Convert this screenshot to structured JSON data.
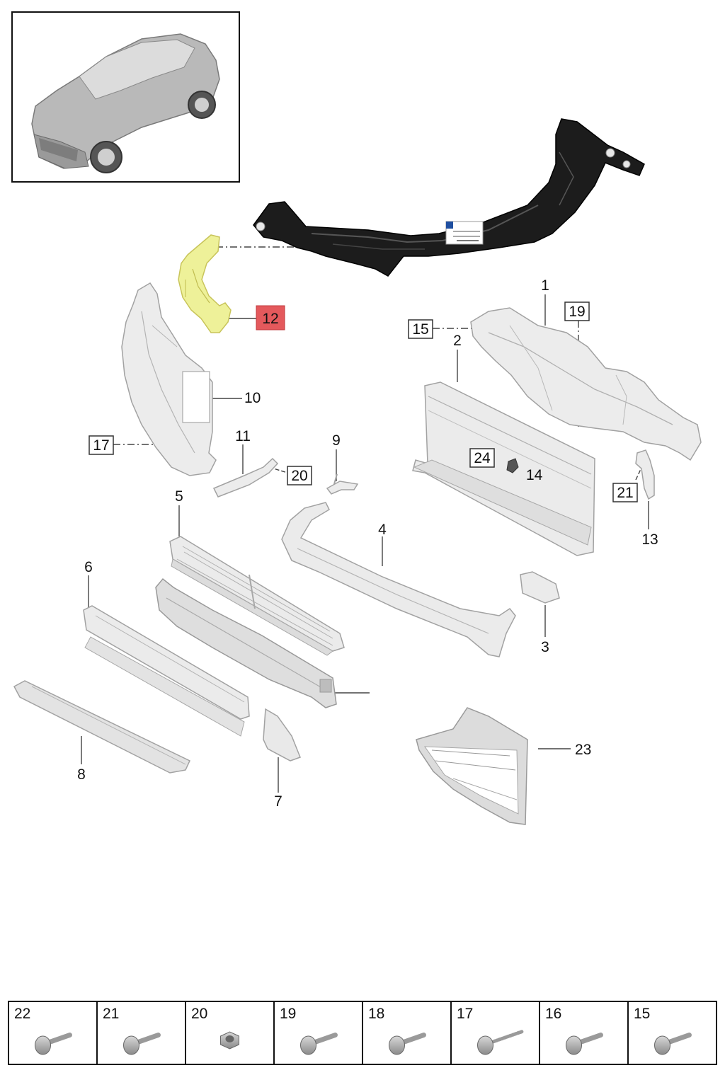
{
  "colors": {
    "part_fill": "#e9e9e9",
    "part_stroke": "#a4a4a4",
    "carrier_fill": "#1c1c1c",
    "highlight_fill": "#eef199",
    "highlight_label_bg": "#e4595c",
    "line": "#444444",
    "car_body": "#a9a9a9"
  },
  "callouts": [
    {
      "id": "1",
      "text": "1",
      "boxed": false
    },
    {
      "id": "2",
      "text": "2",
      "boxed": false
    },
    {
      "id": "3",
      "text": "3",
      "boxed": false
    },
    {
      "id": "4",
      "text": "4",
      "boxed": false
    },
    {
      "id": "5",
      "text": "5",
      "boxed": false
    },
    {
      "id": "6",
      "text": "6",
      "boxed": false
    },
    {
      "id": "7",
      "text": "7",
      "boxed": false
    },
    {
      "id": "8",
      "text": "8",
      "boxed": false
    },
    {
      "id": "9",
      "text": "9",
      "boxed": false
    },
    {
      "id": "10",
      "text": "10",
      "boxed": false
    },
    {
      "id": "11",
      "text": "11",
      "boxed": false
    },
    {
      "id": "12",
      "text": "12",
      "boxed": false,
      "highlighted": true
    },
    {
      "id": "13",
      "text": "13",
      "boxed": false
    },
    {
      "id": "14",
      "text": "14",
      "boxed": false
    },
    {
      "id": "15",
      "text": "15",
      "boxed": true
    },
    {
      "id": "17",
      "text": "17",
      "boxed": true
    },
    {
      "id": "19",
      "text": "19",
      "boxed": true
    },
    {
      "id": "20",
      "text": "20",
      "boxed": true
    },
    {
      "id": "21",
      "text": "21",
      "boxed": true
    },
    {
      "id": "22",
      "text": "22",
      "boxed": true
    },
    {
      "id": "23",
      "text": "23",
      "boxed": false
    },
    {
      "id": "24",
      "text": "24",
      "boxed": false
    }
  ],
  "hardware": [
    {
      "number": "22",
      "icon": "bolt-icon"
    },
    {
      "number": "21",
      "icon": "bolt-icon"
    },
    {
      "number": "20",
      "icon": "nut-icon"
    },
    {
      "number": "19",
      "icon": "bolt-icon"
    },
    {
      "number": "18",
      "icon": "bolt-icon"
    },
    {
      "number": "17",
      "icon": "screw-icon"
    },
    {
      "number": "16",
      "icon": "bolt-icon"
    },
    {
      "number": "15",
      "icon": "bolt-icon"
    }
  ]
}
